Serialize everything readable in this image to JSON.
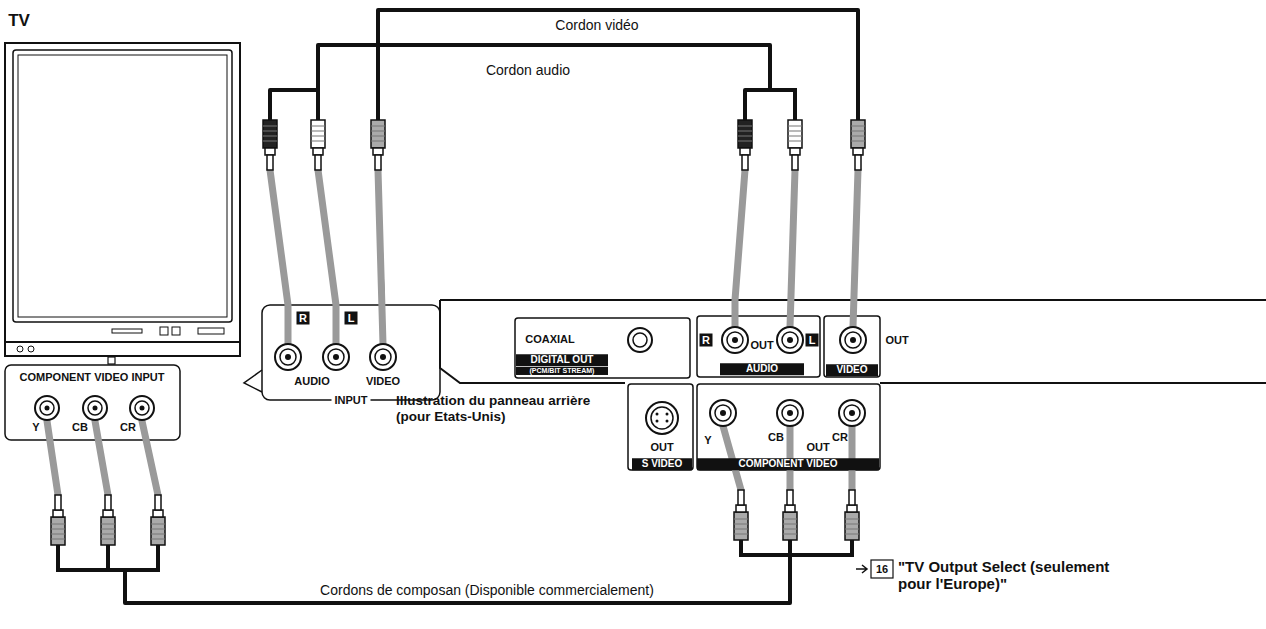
{
  "diagram": {
    "nodes": [
      {
        "text": [
          "TV"
        ]
      },
      {
        "text": [
          "R",
          "L",
          "AUDIO",
          "VIDEO",
          "INPUT"
        ]
      },
      {
        "text": [
          "COMPONENT VIDEO INPUT",
          "Y",
          "CB",
          "CR"
        ]
      },
      {
        "text": [
          "COAXIAL",
          "R",
          "OUT",
          "L",
          "AUDIO",
          "OUT",
          "VIDEO",
          "DIGITAL OUT",
          "(PCM/BIT STREAM)",
          "Y",
          "CB",
          "OUT",
          "CR",
          "OUT",
          "S VIDEO",
          "COMPONENT VIDEO"
        ]
      }
    ],
    "edges": [
      {
        "from": 3,
        "to": 1,
        "label": "Cordon vidéo",
        "arrow": "none"
      },
      {
        "from": 3,
        "to": 1,
        "label": "Cordon audio",
        "arrow": "none"
      },
      {
        "from": 3,
        "to": 2,
        "label": "Cordons de composan (Disponible commercialement)",
        "arrow": "none"
      }
    ],
    "labels": [
      "Illustration du panneau arrière (pour Etats-Unis)",
      "16",
      "\"TV Output Select (seulement pour l'Europe)\""
    ]
  }
}
